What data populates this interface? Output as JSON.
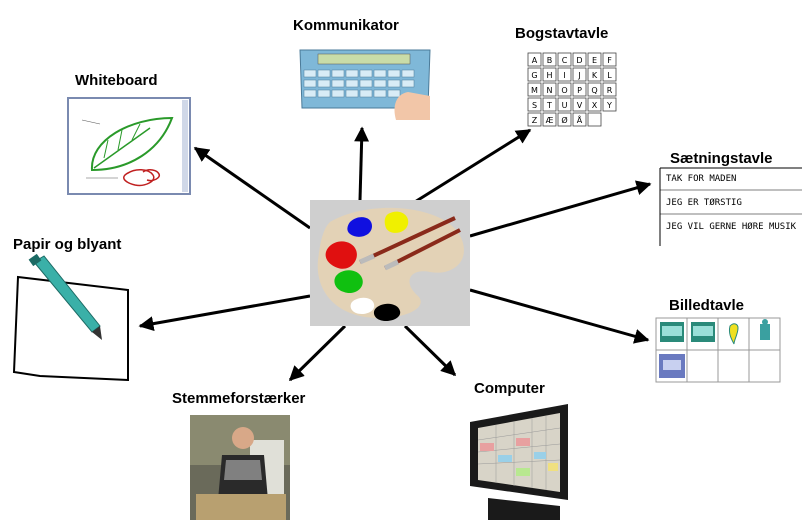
{
  "labels": {
    "kommunikator": "Kommunikator",
    "bogstavtavle": "Bogstavtavle",
    "whiteboard": "Whiteboard",
    "saetningstavle": "Sætningstavle",
    "papir": "Papir og blyant",
    "billedtavle": "Billedtavle",
    "stemmeforstaerker": "Stemmeforstærker",
    "computer": "Computer"
  },
  "letter_grid": [
    "A",
    "B",
    "C",
    "D",
    "E",
    "F",
    "G",
    "H",
    "I",
    "J",
    "K",
    "L",
    "M",
    "N",
    "O",
    "P",
    "Q",
    "R",
    "S",
    "T",
    "U",
    "V",
    "X",
    "Y",
    "Z",
    "Æ",
    "Ø",
    "Å",
    ""
  ],
  "sentences": [
    "TAK FOR MADEN",
    "JEG ER TØRSTIG",
    "JEG VIL GERNE HØRE MUSIK"
  ],
  "colors": {
    "arrow": "#000000",
    "palette": "#e3d2b6",
    "paint_blue": "#1010e0",
    "paint_yellow": "#f0f000",
    "paint_red": "#e01010",
    "paint_green": "#10c010",
    "paint_white": "#ffffff",
    "paint_black": "#000000",
    "pen": "#3ab0a8",
    "keyboard": "#7fb8d8"
  }
}
